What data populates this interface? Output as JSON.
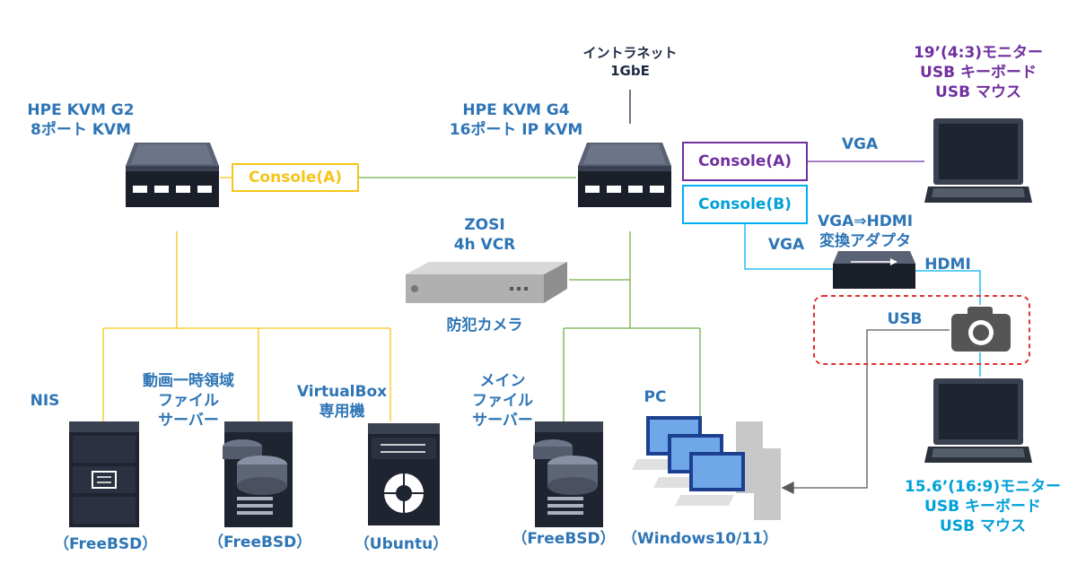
{
  "intranet": {
    "line1": "イントラネット",
    "line2": "1GbE"
  },
  "kvm_g2": {
    "line1": "HPE KVM G2",
    "line2": "8ポート KVM"
  },
  "kvm_g4": {
    "line1": "HPE KVM G4",
    "line2": "16ポート IP KVM"
  },
  "console_a_left": "Console(A)",
  "console_a_right": "Console(A)",
  "console_b": "Console(B)",
  "zosi": {
    "line1": "ZOSI",
    "line2": "4h VCR",
    "caption": "防犯カメラ"
  },
  "vga_top": "VGA",
  "vga_mid": "VGA",
  "adapter": {
    "line1": "VGA⇒HDMI",
    "line2": "変換アダプタ"
  },
  "hdmi": "HDMI",
  "usb": "USB",
  "monitor19": {
    "line1": "19’(4:3)モニター",
    "line2": "USB キーボード",
    "line3": "USB マウス"
  },
  "monitor15": {
    "line1": "15.6’(16:9)モニター",
    "line2": "USB キーボード",
    "line3": "USB マウス"
  },
  "nis": {
    "label": "NIS",
    "os": "（FreeBSD）"
  },
  "video_server": {
    "line1": "動画一時領域",
    "line2": "ファイル",
    "line3": "サーバー",
    "os": "（FreeBSD）"
  },
  "virtualbox": {
    "line1": "VirtualBox",
    "line2": "専用機",
    "os": "（Ubuntu）"
  },
  "main_server": {
    "line1": "メイン",
    "line2": "ファイル",
    "line3": "サーバー",
    "os": "（FreeBSD）"
  },
  "pc": {
    "label": "PC",
    "os": "（Windows10/11）"
  },
  "colors": {
    "yellow": "#f5c51b",
    "green": "#70ad47",
    "purple": "#7030a0",
    "cyan": "#00b0f0",
    "gray": "#595959",
    "blue": "#2e75b6",
    "red": "#e03030"
  }
}
